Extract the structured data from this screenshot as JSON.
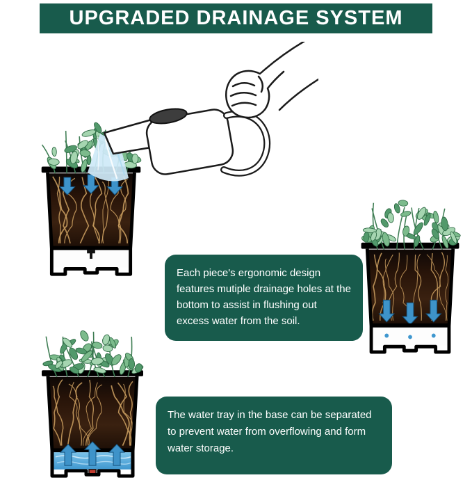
{
  "title": {
    "text": "UPGRADED DRAINAGE SYSTEM"
  },
  "callouts": {
    "drainage": {
      "text": "Each piece's ergonomic design features mutiple drainage holes at the bottom to assist in flushing out excess water from the soil."
    },
    "water_tray": {
      "text": "The water tray in the base can be separated to prevent water from overflowing and form water storage."
    }
  },
  "illustrations": {
    "watering_can": "watering-can held by hand pouring water onto potted plant",
    "pot_flush": "pot cross-section with water flushing down from the soil top",
    "pot_drain": "pot cross-section with excess water draining through bottom holes",
    "pot_store": "pot cross-section with water stored in separable base tray"
  },
  "colors": {
    "green": "#185b4c",
    "text_white": "#ffffff",
    "arrow_blue": "#3e93c9",
    "water_blue": "#3f97cf",
    "stream_blue": "#cfe9f7",
    "soil_brown": "#3a2110",
    "root_tan": "#c59a5d",
    "leaf_green": "#7cbb8c",
    "leaf_dark": "#52996b",
    "leaf_light": "#a5d5b0",
    "outline_black": "#000000"
  }
}
